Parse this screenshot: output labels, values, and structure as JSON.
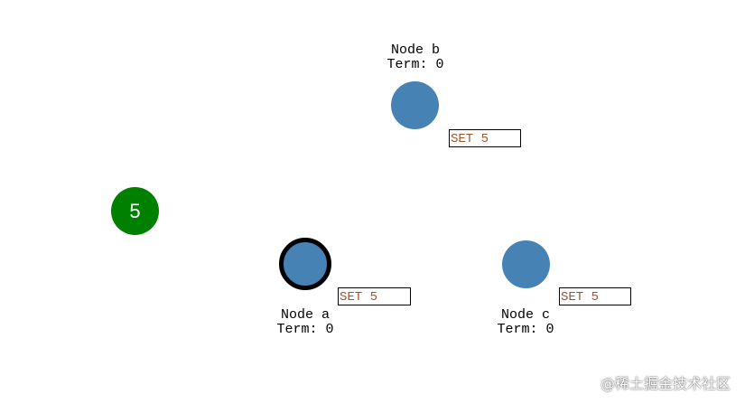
{
  "colors": {
    "node_fill": "#4682b4",
    "leader_ring": "#000000",
    "client_fill": "#008000",
    "log_text": "#a0522d",
    "client_text": "#ffffff"
  },
  "client": {
    "value": "5"
  },
  "nodes": {
    "b": {
      "name": "Node b",
      "term": "Term: 0",
      "log_entry": "SET 5",
      "is_leader": false
    },
    "a": {
      "name": "Node a",
      "term": "Term: 0",
      "log_entry": "SET 5",
      "is_leader": true
    },
    "c": {
      "name": "Node c",
      "term": "Term: 0",
      "log_entry": "SET 5",
      "is_leader": false
    }
  },
  "watermark": "@稀土掘金技术社区"
}
